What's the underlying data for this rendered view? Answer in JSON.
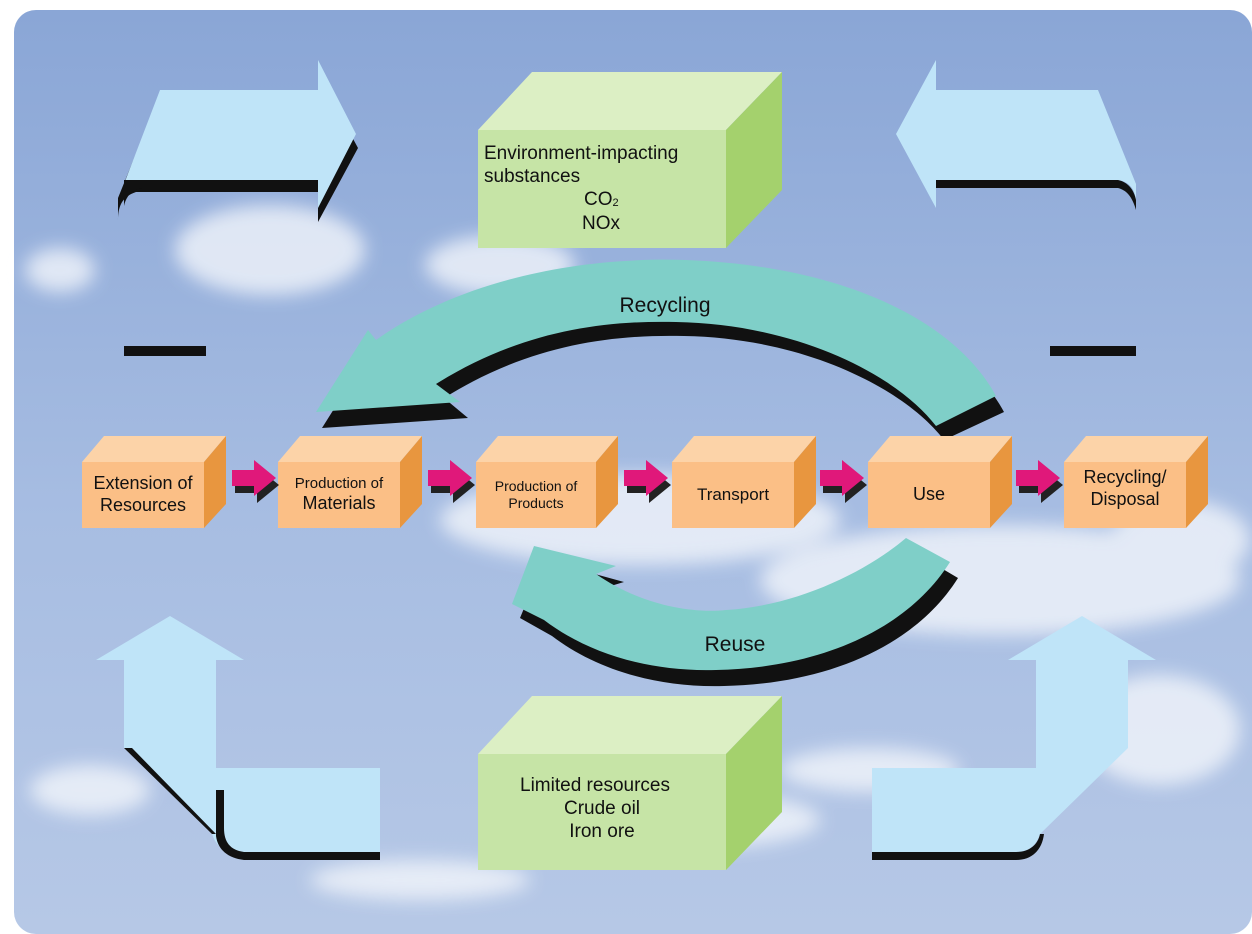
{
  "colors": {
    "sky_top": "#8aa6d6",
    "sky_bottom": "#b2c4e4",
    "process_front": "#fbbf86",
    "process_top": "#fcd3a8",
    "process_side": "#e8963f",
    "connector_arrow": "#e0187a",
    "loop_arrow": "#7fcfc8",
    "flow_arrow": "#bfe4f8",
    "green_front": "#c6e4a6",
    "green_top": "#dcefc4",
    "green_side": "#a4d16d"
  },
  "process_steps": [
    {
      "id": "extension",
      "line1": "Extension of",
      "line2": "Resources"
    },
    {
      "id": "materials",
      "line1": "Production of",
      "line2": "Materials"
    },
    {
      "id": "products",
      "line1": "Production of",
      "line2": "Products"
    },
    {
      "id": "transport",
      "line1": "Transport",
      "line2": ""
    },
    {
      "id": "use",
      "line1": "Use",
      "line2": ""
    },
    {
      "id": "disposal",
      "line1": "Recycling/",
      "line2": "Disposal"
    }
  ],
  "environment_box": {
    "line1": "Environment-impacting",
    "line2": "substances",
    "co2_main": "CO",
    "co2_sub": "2",
    "nox": "NOx"
  },
  "resources_box": {
    "line1": "Limited resources",
    "line2": "Crude oil",
    "line3": "Iron ore"
  },
  "loops": {
    "recycling": "Recycling",
    "reuse": "Reuse"
  }
}
